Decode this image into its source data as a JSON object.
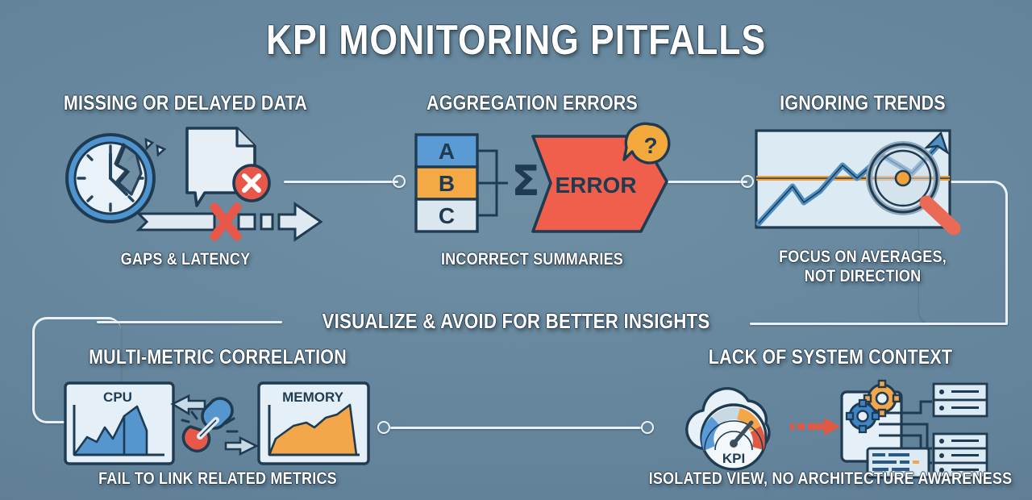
{
  "title": "KPI MONITORING PITFALLS",
  "background_color": "#62829a",
  "band": {
    "label": "VISUALIZE & AVOID FOR BETTER INSIGHTS"
  },
  "sections": [
    {
      "id": "missing-or-delayed-data",
      "heading": "MISSING OR DELAYED DATA",
      "caption": "GAPS & LATENCY",
      "icons": [
        "broken-clock-icon",
        "document-error-icon",
        "broken-arrow-icon"
      ]
    },
    {
      "id": "aggregation-errors",
      "heading": "AGGREGATION ERRORS",
      "caption": "INCORRECT SUMMARIES",
      "blocks": [
        {
          "label": "A",
          "color": "#5b9bd5"
        },
        {
          "label": "B",
          "color": "#f5a945"
        },
        {
          "label": "C",
          "color": "#dae7ef"
        }
      ],
      "sigma": "Σ",
      "error_label": "ERROR",
      "question_mark": "?",
      "error_color": "#ef5f4c",
      "bubble_color": "#f3a93c"
    },
    {
      "id": "ignoring-trends",
      "heading": "IGNORING TRENDS",
      "caption": "FOCUS ON AVERAGES,\nNOT DIRECTION",
      "trend_color": "#4f8fc4",
      "average_color": "#f0a13c",
      "icons": [
        "trend-chart-icon",
        "magnifier-icon"
      ]
    },
    {
      "id": "multi-metric-correlation",
      "heading": "MULTI-METRIC CORRELATION",
      "caption": "FAIL TO LINK RELATED METRICS",
      "charts": [
        {
          "label": "CPU",
          "color": "#5596cf"
        },
        {
          "label": "MEMORY",
          "color": "#f3a64a"
        }
      ],
      "icons": [
        "broken-chain-icon",
        "arrow-left-icon",
        "arrow-right-icon"
      ]
    },
    {
      "id": "lack-of-system-context",
      "heading": "LACK OF SYSTEM CONTEXT",
      "caption": "ISOLATED VIEW, NO ARCHITECTURE AWARENESS",
      "gauge_label": "KPI",
      "gauge_segments": [
        "#5b9bd5",
        "#c9d9e4",
        "#f3a64a",
        "#e05a43"
      ],
      "icons": [
        "cloud-gauge-icon",
        "red-arrow-icon",
        "gear-icon",
        "server-rack-icon",
        "terminal-icon"
      ]
    }
  ]
}
